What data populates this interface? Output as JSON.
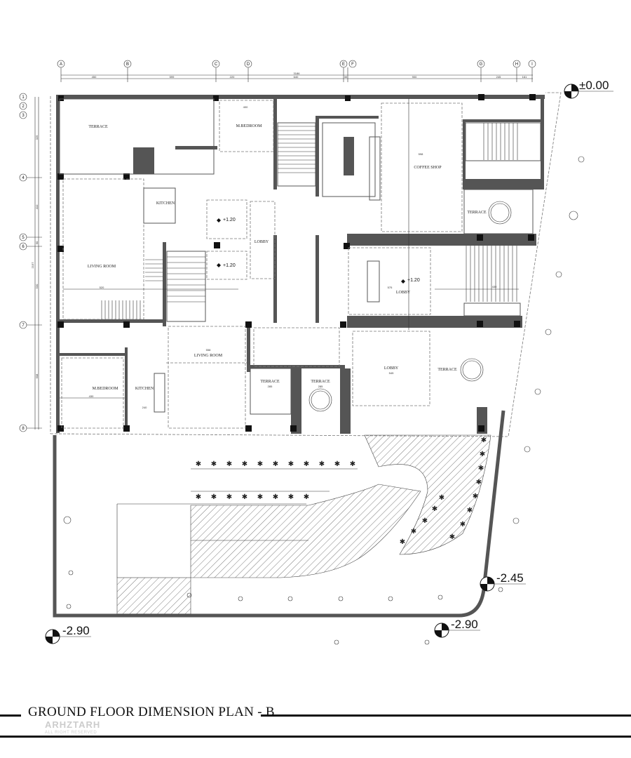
{
  "title": "GROUND FLOOR DIMENSION PLAN  - B",
  "watermark": {
    "brand": "ARHZTARH",
    "tagline": "ALL RIGHT RESERVED"
  },
  "grid_columns": [
    "A",
    "B",
    "C",
    "D",
    "E",
    "F",
    "G",
    "H",
    "I"
  ],
  "grid_rows": [
    "1",
    "2",
    "3",
    "4",
    "5",
    "6",
    "7",
    "8"
  ],
  "top_dimensions": {
    "overall": "3186",
    "segments": [
      "450",
      "599",
      "220",
      "640",
      "30",
      "900",
      "245",
      "161"
    ]
  },
  "left_dimensions": {
    "overall": "2157",
    "segments": [
      "325",
      "410",
      "90",
      "530",
      "608"
    ]
  },
  "rooms": {
    "terrace_nw": "TERRACE",
    "m_bedroom_top": "M.BEDROOM",
    "kitchen_top": "KITCHEN",
    "living_room_top": "LIVING ROOM",
    "lobby_center": "LOBBY",
    "coffee_shop": "COFFEE SHOP",
    "terrace_ne": "TERRACE",
    "lobby_east": "LOBBY",
    "living_room_bottom": "LIVING ROOM",
    "m_bedroom_bottom": "M.BEDROOM",
    "kitchen_bottom": "KITCHEN",
    "terrace_s1": "TERRACE",
    "terrace_s2": "TERRACE",
    "lobby_south": "LOBBY",
    "terrace_se": "TERRACE"
  },
  "levels": {
    "entrance": "±0.00",
    "mezz_1": "+1.20",
    "mezz_2": "+1.20",
    "lobby": "+1.20",
    "yard_east": "-2.45",
    "yard_sw": "-2.90",
    "yard_s": "-2.90"
  },
  "room_dims": {
    "m_bed_top_w": "400",
    "living_top_w": "520",
    "coffee_w": "598",
    "lobby_e_w": "575",
    "stair_e_w": "430",
    "living_bot_w": "558",
    "m_bed_bot_w": "430",
    "lobby_s_w": "545",
    "terrace_s1_w": "285",
    "terrace_s2_w": "285",
    "kitchen_bot_w": "240"
  }
}
